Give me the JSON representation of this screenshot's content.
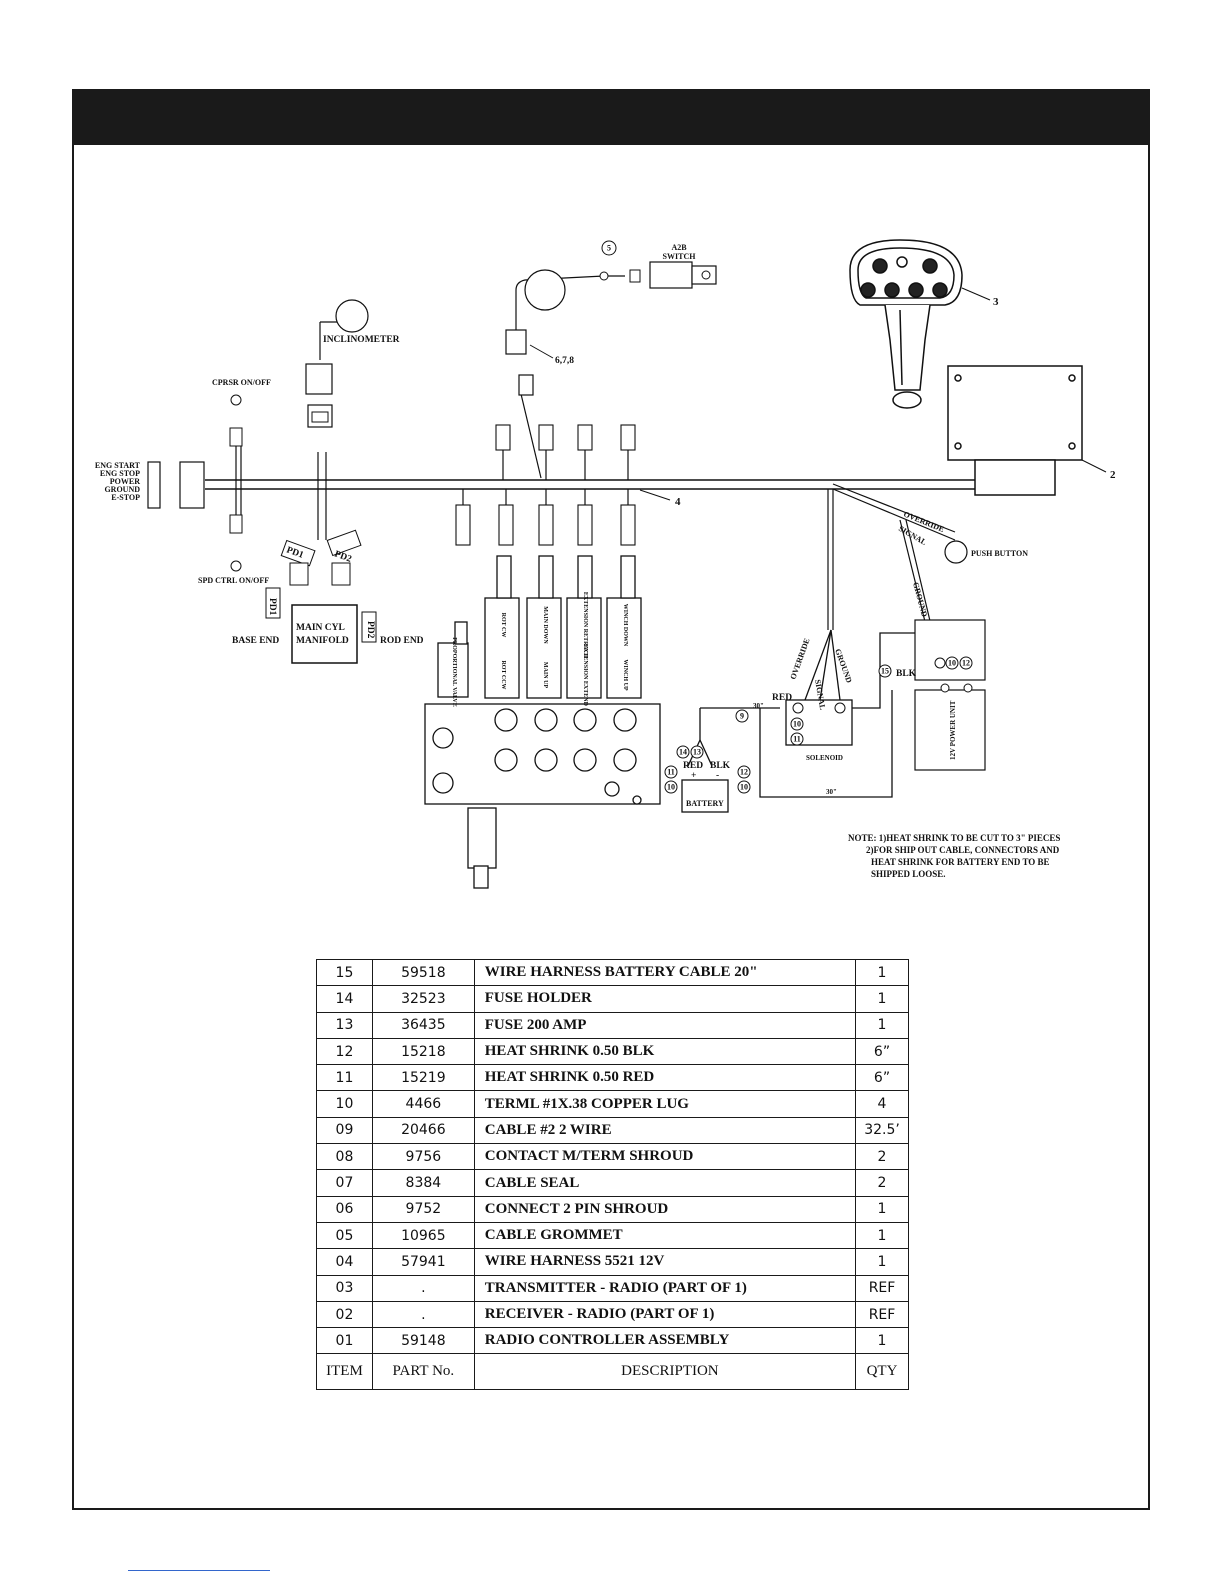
{
  "diagram": {
    "labels": {
      "inclinometer": "INCLINOMETER",
      "a2b_switch": "A2B\nSWITCH",
      "cprsr": "CPRSR ON/OFF",
      "spd_ctrl": "SPD CTRL ON/OFF",
      "eng_start": "ENG START",
      "eng_stop": "ENG STOP",
      "power": "POWER",
      "ground": "GROUND",
      "estop": "E-STOP",
      "pd1": "PD1",
      "pd2": "PD2",
      "main_cyl": "MAIN CYL",
      "manifold": "MANIFOLD",
      "base_end": "BASE END",
      "rod_end": "ROD END",
      "push_button": "PUSH BUTTON",
      "override": "OVERRIDE",
      "signal": "SIGNAL",
      "ground_wire": "GROUND",
      "red": "RED",
      "blk": "BLK",
      "battery": "BATTERY",
      "solenoid": "SOLENOID",
      "power_unit": "12V POWER UNIT",
      "proportional_valve": "PROPORTIONAL VALVE",
      "len_30_a": "30\"",
      "len_30_b": "30\"",
      "plus": "+",
      "minus": "-",
      "callout_2": "2",
      "callout_3": "3",
      "callout_4": "4",
      "callout_678": "6,7,8"
    },
    "valves": [
      {
        "top": "ROT CW",
        "bottom": "ROT CCW"
      },
      {
        "top": "MAIN DOWN",
        "bottom": "MAIN UP"
      },
      {
        "top": "EXTENSION RETRACT",
        "bottom": "EXTENSION EXTEND"
      },
      {
        "top": "WINCH DOWN",
        "bottom": "WINCH UP"
      }
    ],
    "balloons": [
      "5",
      "9",
      "10",
      "11",
      "12",
      "13",
      "14",
      "15"
    ],
    "note": [
      "NOTE:  1)HEAT SHRINK TO BE CUT TO 3\" PIECES",
      "2)FOR SHIP OUT CABLE, CONNECTORS AND",
      "HEAT SHRINK FOR BATTERY END TO BE",
      "SHIPPED LOOSE."
    ]
  },
  "parts_table": {
    "headers": {
      "item": "ITEM",
      "part": "PART  No.",
      "description": "DESCRIPTION",
      "qty": "QTY"
    },
    "rows": [
      {
        "item": "15",
        "part": "59518",
        "description": "WIRE HARNESS BATTERY CABLE 20\"",
        "qty": "1"
      },
      {
        "item": "14",
        "part": "32523",
        "description": "FUSE HOLDER",
        "qty": "1"
      },
      {
        "item": "13",
        "part": "36435",
        "description": "FUSE 200 AMP",
        "qty": "1"
      },
      {
        "item": "12",
        "part": "15218",
        "description": "HEAT SHRINK 0.50 BLK",
        "qty": "6”"
      },
      {
        "item": "11",
        "part": "15219",
        "description": "HEAT SHRINK 0.50 RED",
        "qty": "6”"
      },
      {
        "item": "10",
        "part": "4466",
        "description": "TERML #1X.38  COPPER LUG",
        "qty": "4"
      },
      {
        "item": "09",
        "part": "20466",
        "description": "CABLE #2 2 WIRE",
        "qty": "32.5’"
      },
      {
        "item": "08",
        "part": "9756",
        "description": "CONTACT M/TERM SHROUD",
        "qty": "2"
      },
      {
        "item": "07",
        "part": "8384",
        "description": "CABLE SEAL",
        "qty": "2"
      },
      {
        "item": "06",
        "part": "9752",
        "description": "CONNECT 2 PIN SHROUD",
        "qty": "1"
      },
      {
        "item": "05",
        "part": "10965",
        "description": "CABLE GROMMET",
        "qty": "1"
      },
      {
        "item": "04",
        "part": "57941",
        "description": "WIRE HARNESS 5521 12V",
        "qty": "1"
      },
      {
        "item": "03",
        "part": ".",
        "description": "TRANSMITTER - RADIO (PART OF 1)",
        "qty": "REF"
      },
      {
        "item": "02",
        "part": ".",
        "description": "RECEIVER - RADIO (PART OF 1)",
        "qty": "REF"
      },
      {
        "item": "01",
        "part": "59148",
        "description": "RADIO CONTROLLER ASSEMBLY",
        "qty": "1"
      }
    ]
  }
}
